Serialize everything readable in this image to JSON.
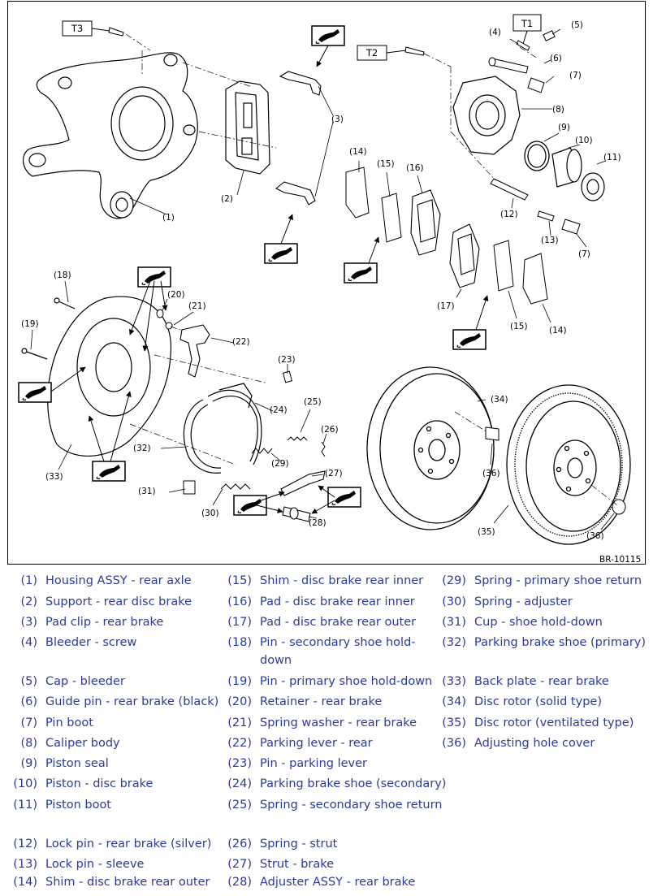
{
  "diagram": {
    "figure_id": "BR-10115",
    "torque_tags": [
      "T1",
      "T2",
      "T3"
    ],
    "callouts": [
      "(1)",
      "(2)",
      "(3)",
      "(4)",
      "(5)",
      "(6)",
      "(7)",
      "(8)",
      "(9)",
      "(10)",
      "(11)",
      "(12)",
      "(13)",
      "(14)",
      "(15)",
      "(16)",
      "(17)",
      "(18)",
      "(19)",
      "(20)",
      "(21)",
      "(22)",
      "(23)",
      "(24)",
      "(25)",
      "(26)",
      "(27)",
      "(28)",
      "(29)",
      "(30)",
      "(31)",
      "(32)",
      "(33)",
      "(34)",
      "(35)",
      "(36)"
    ],
    "grease_icon": "grease-brush-icon"
  },
  "legend": [
    {
      "num": "(1)",
      "text": "Housing ASSY - rear axle"
    },
    {
      "num": "(2)",
      "text": "Support - rear disc brake"
    },
    {
      "num": "(3)",
      "text": "Pad clip - rear brake"
    },
    {
      "num": "(4)",
      "text": "Bleeder - screw"
    },
    {
      "num": "(5)",
      "text": "Cap - bleeder"
    },
    {
      "num": "(6)",
      "text": "Guide pin - rear brake (black)"
    },
    {
      "num": "(7)",
      "text": "Pin boot"
    },
    {
      "num": "(8)",
      "text": "Caliper body"
    },
    {
      "num": "(9)",
      "text": "Piston seal"
    },
    {
      "num": "(10)",
      "text": "Piston - disc brake"
    },
    {
      "num": "(11)",
      "text": "Piston boot"
    },
    {
      "num": "(12)",
      "text": "Lock pin - rear brake (silver)"
    },
    {
      "num": "(13)",
      "text": "Lock pin - sleeve"
    },
    {
      "num": "(14)",
      "text": "Shim - disc brake rear outer"
    },
    {
      "num": "(15)",
      "text": "Shim - disc brake rear inner"
    },
    {
      "num": "(16)",
      "text": "Pad - disc brake rear inner"
    },
    {
      "num": "(17)",
      "text": "Pad - disc brake rear outer"
    },
    {
      "num": "(18)",
      "text": "Pin - secondary shoe hold-down"
    },
    {
      "num": "(19)",
      "text": "Pin - primary shoe hold-down"
    },
    {
      "num": "(20)",
      "text": "Retainer - rear brake"
    },
    {
      "num": "(21)",
      "text": "Spring washer - rear brake"
    },
    {
      "num": "(22)",
      "text": "Parking lever - rear"
    },
    {
      "num": "(23)",
      "text": "Pin - parking lever"
    },
    {
      "num": "(24)",
      "text": "Parking brake shoe (secondary)"
    },
    {
      "num": "(25)",
      "text": "Spring - secondary shoe return"
    },
    {
      "num": "(26)",
      "text": "Spring - strut"
    },
    {
      "num": "(27)",
      "text": "Strut - brake"
    },
    {
      "num": "(28)",
      "text": "Adjuster ASSY - rear brake"
    },
    {
      "num": "(29)",
      "text": "Spring - primary shoe return"
    },
    {
      "num": "(30)",
      "text": "Spring - adjuster"
    },
    {
      "num": "(31)",
      "text": "Cup - shoe hold-down"
    },
    {
      "num": "(32)",
      "text": "Parking brake shoe (primary)"
    },
    {
      "num": "(33)",
      "text": "Back plate - rear brake"
    },
    {
      "num": "(34)",
      "text": "Disc rotor (solid type)"
    },
    {
      "num": "(35)",
      "text": "Disc rotor (ventilated type)"
    },
    {
      "num": "(36)",
      "text": "Adjusting hole cover"
    }
  ]
}
